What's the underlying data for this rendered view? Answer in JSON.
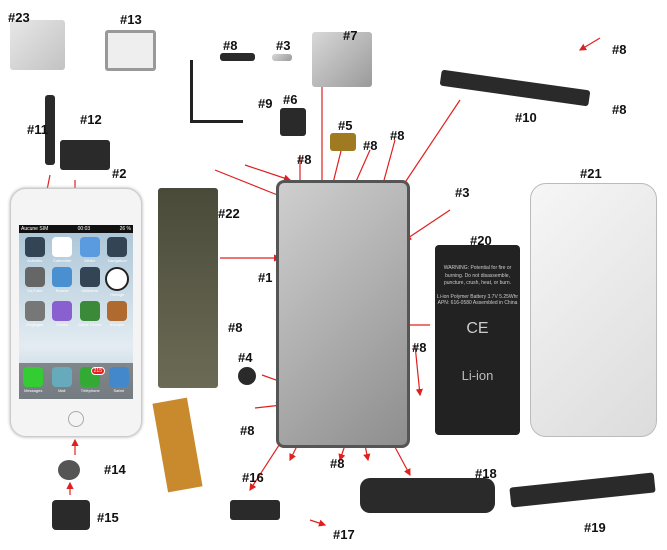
{
  "labels": [
    "#23",
    "#13",
    "#8",
    "#3",
    "#7",
    "#8",
    "#11",
    "#12",
    "#9",
    "#6",
    "#5",
    "#8",
    "#8",
    "#10",
    "#8",
    "#2",
    "#22",
    "#8",
    "#3",
    "#21",
    "#20",
    "#1",
    "#8",
    "#8",
    "#4",
    "#8",
    "#8",
    "#14",
    "#16",
    "#18",
    "#15",
    "#17",
    "#19"
  ],
  "screen": {
    "carrier": "Aucune SIM",
    "time": "00:03",
    "battery": "26 %",
    "apps": [
      "Activités",
      "Calendrier",
      "Météo",
      "Navigation",
      "YouTube",
      "Bourse",
      "Utilitaires",
      "Horloge",
      "Réglages",
      "iTunes",
      "Game Center",
      "Kiosque"
    ],
    "dock": [
      "Messages",
      "Mail",
      "Téléphone",
      "Safari"
    ],
    "badge": "215"
  },
  "battery": {
    "warning": "WARNING: Potential for fire or burning. Do not disassemble, puncture, crush, heat, or burn.",
    "spec": "Li-ion Polymer Battery 3.7V 5.25Whr APN: 616-0580 Assembled in China",
    "ce": "CE",
    "type": "Li-ion"
  },
  "colors": {
    "arrow": "#e02020"
  }
}
